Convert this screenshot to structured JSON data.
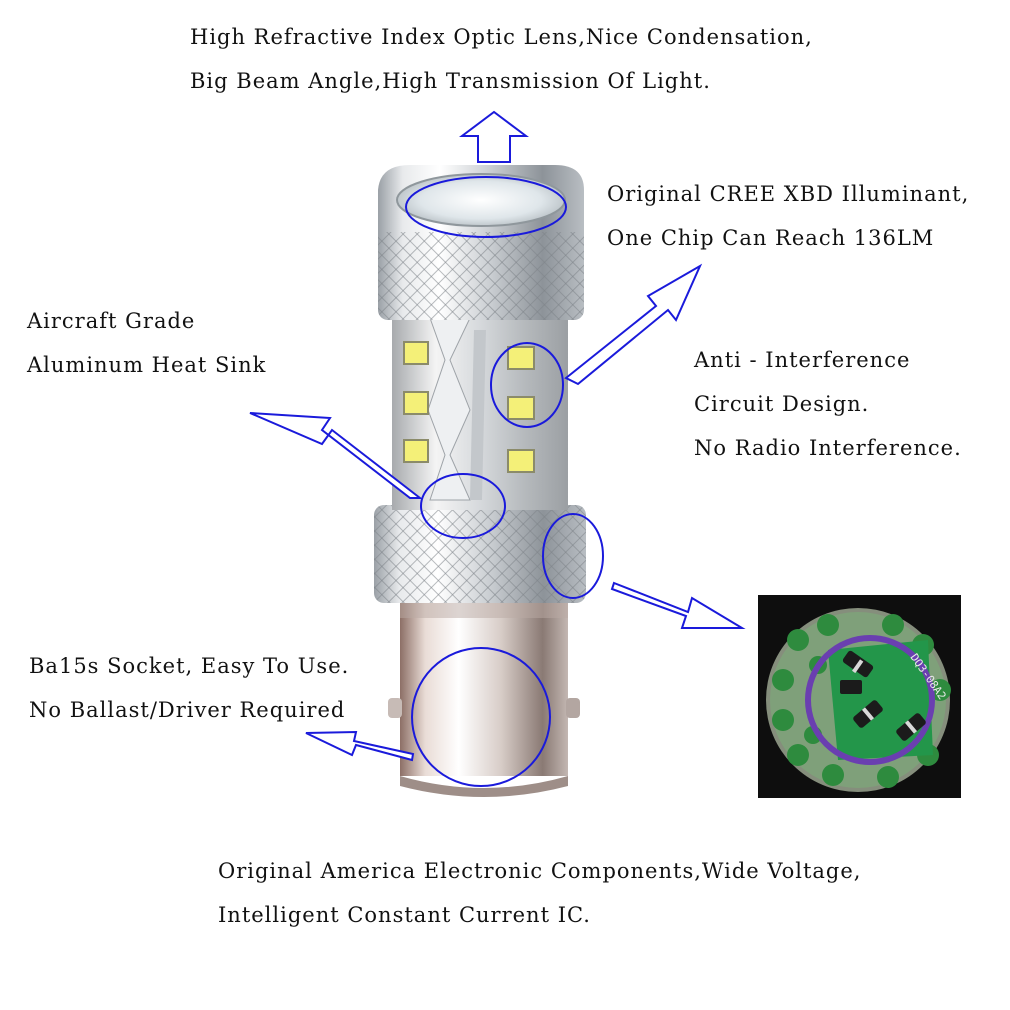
{
  "callouts": {
    "lens": {
      "line1": "High Refractive Index Optic Lens,Nice Condensation,",
      "line2": "Big Beam Angle,High Transmission Of Light."
    },
    "cree": {
      "line1": "Original CREE XBD Illuminant,",
      "line2": "One Chip Can Reach 136LM"
    },
    "heatsink": {
      "line1": "Aircraft Grade",
      "line2": "Aluminum Heat Sink"
    },
    "interference": {
      "line1": "Anti - Interference",
      "line2": "Circuit Design.",
      "line3": "No Radio Interference."
    },
    "socket": {
      "line1": "Ba15s Socket, Easy To Use.",
      "line2": "No Ballast/Driver Required"
    },
    "components": {
      "line1": "Original America Electronic Components,Wide Voltage,",
      "line2": "Intelligent Constant Current IC."
    }
  },
  "pcb_labels": {
    "board_marking": "DQ3-08A2"
  },
  "colors": {
    "annotation_blue": "#1a1adb",
    "text": "#111111",
    "highlight_ring": "#6a3fb0",
    "pcb_green": "#1f8a3a"
  }
}
